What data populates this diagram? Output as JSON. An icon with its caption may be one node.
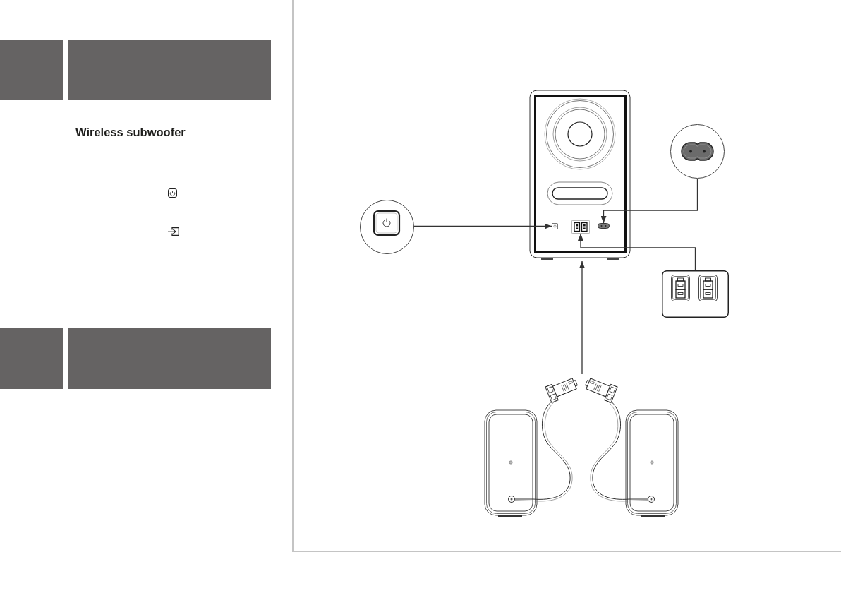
{
  "diagram": {
    "nodes": [
      {
        "text": [],
        "shape": "picture"
      },
      {
        "text": [],
        "shape": "box",
        "in": 0
      },
      {
        "text": [],
        "shape": "box",
        "in": 0
      },
      {
        "text": [],
        "shape": "box",
        "in": 0
      },
      {
        "text": [],
        "shape": "circle"
      },
      {
        "text": [],
        "shape": "circle"
      },
      {
        "text": [],
        "shape": "box"
      },
      {
        "text": [],
        "shape": "picture"
      }
    ],
    "edges": [
      {
        "from": 5,
        "to": 1,
        "arrow": "to"
      },
      {
        "from": 4,
        "to": 3,
        "arrow": "to"
      },
      {
        "from": 6,
        "to": 2,
        "arrow": "to"
      },
      {
        "from": 7,
        "to": 0,
        "arrow": "to"
      }
    ],
    "labels": [
      "Wireless subwoofer"
    ]
  }
}
